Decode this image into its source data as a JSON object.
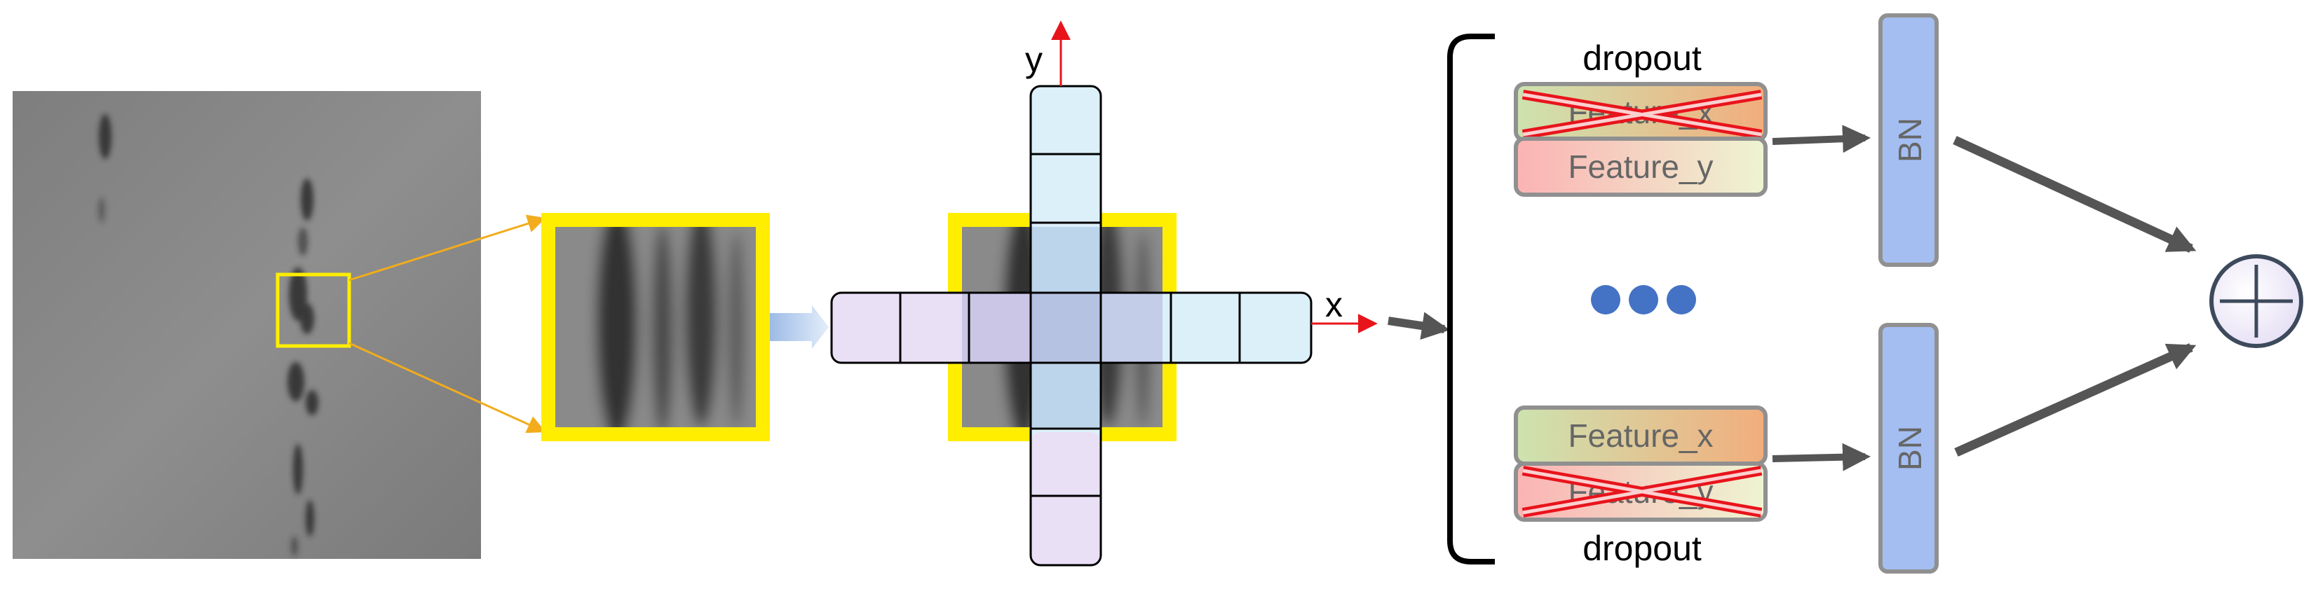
{
  "labels": {
    "y_axis": "y",
    "x_axis": "x",
    "dropout_top": "dropout",
    "dropout_bottom": "dropout",
    "feature_x_top": "Feature_x",
    "feature_y_top": "Feature_y",
    "feature_x_bottom": "Feature_x",
    "feature_y_bottom": "Feature_y",
    "bn_top": "BN",
    "bn_bottom": "BN"
  },
  "state": {
    "top_dropped_feature": "Feature_x",
    "bottom_dropped_feature": "Feature_y"
  },
  "colors": {
    "highlight_yellow": "#ffee00",
    "crop_arrow_orange": "#f2ac1c",
    "axis_red": "#e8141c",
    "cross_red": "#e8141c",
    "bn_blue": "#a4bef2",
    "cell_blue": "#dcf0fa",
    "cell_purple": "#eae0f6",
    "dot_blue": "#4472c4",
    "arrow_gray": "#555555"
  }
}
